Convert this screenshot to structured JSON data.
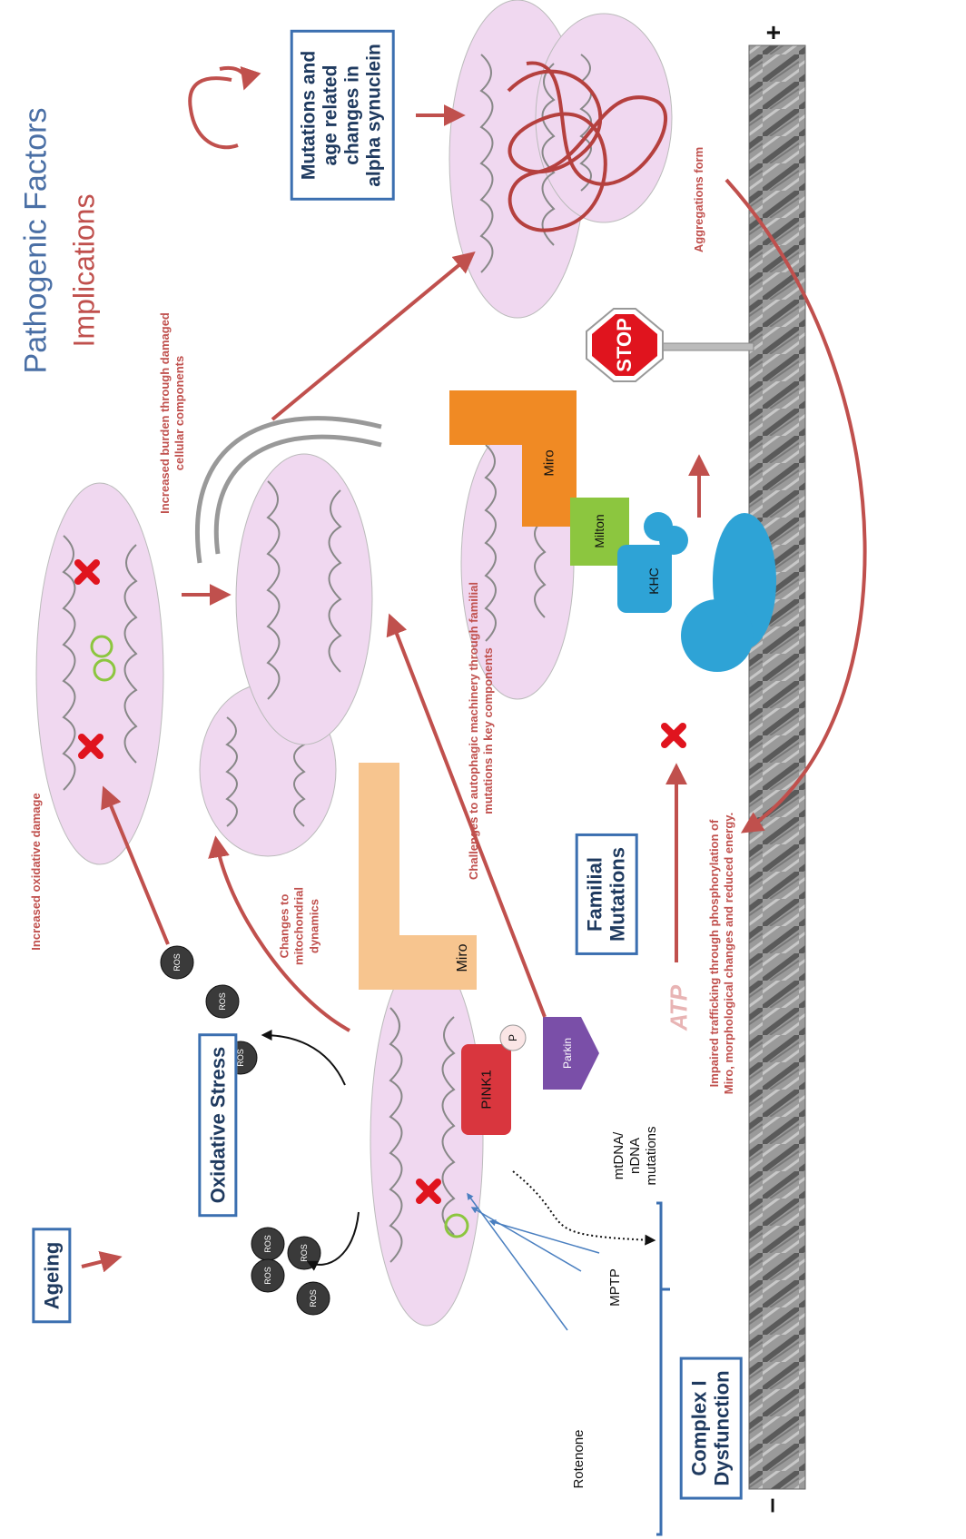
{
  "title": "Pathogenic Factors",
  "subtitle": "Implications",
  "boxes": {
    "ageing": "Ageing",
    "oxidative_stress": "Oxidative Stress",
    "complex1": [
      "Complex I",
      "Dysfunction"
    ],
    "familial": [
      "Familial",
      "Mutations"
    ],
    "alpha": [
      "Mutations and",
      "age related",
      "changes in",
      "alpha synuclein"
    ]
  },
  "labels": {
    "rotenone": "Rotenone",
    "mptp": "MPTP",
    "mtdna": [
      "mtDNA/",
      "nDNA",
      "mutations"
    ],
    "ros": "ROS",
    "pink1": "PINK1",
    "parkin": "Parkin",
    "miro": "Miro",
    "milton": "Milton",
    "khc": "KHC",
    "p": "P",
    "atp": "ATP",
    "stop": "STOP",
    "plus": "+",
    "minus": "–"
  },
  "annotations": {
    "oxidative_damage": "Increased oxidative damage",
    "dynamics": [
      "Changes to",
      "mitochondrial",
      "dynamics"
    ],
    "autophagic": [
      "Challenges to autophagic machinery  through familial",
      "mutations in key components"
    ],
    "burden": [
      "Increased burden through damaged",
      "cellular components"
    ],
    "aggregations": "Aggregations form",
    "trafficking": [
      "Impaired trafficking through phosphorylation of",
      "Miro, morphological  changes and reduced energy."
    ]
  },
  "colors": {
    "accent_red": "#c0504d",
    "box_border": "#3b6fb0",
    "mito_fill": "#f0d8f0",
    "pink1": "#d9363e",
    "parkin": "#7a4fa8",
    "miro": "#f08a24",
    "milton": "#8cc63f",
    "khc": "#2ea3d6",
    "stop": "#e0141e"
  }
}
